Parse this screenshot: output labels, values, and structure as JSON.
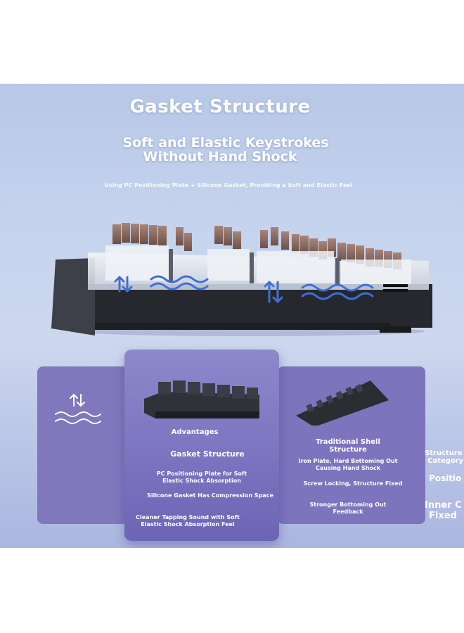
{
  "header": {
    "title": "Gasket Structure",
    "subtitle_line1": "Soft and Elastic Keystrokes",
    "subtitle_line2": "Without Hand Shock",
    "caption": "Using PC Positioning Plate + Silicone Gasket, Providing a Soft and Elastic Feel"
  },
  "icons": {
    "left_panel": "up-down-arrows-waves-icon",
    "keyboard_arrows": "up-down-arrows-icon",
    "keyboard_waves": "waves-icon"
  },
  "advantages": {
    "heading": "Advantages",
    "structure": "Gasket Structure",
    "point1": "PC Positioning Plate for Soft Elastic Shock Absorption",
    "point2": "Silicone Gasket Has Compression Space",
    "point3": "Cleaner Tapping Sound with Soft Elastic Shock Absorption Feel"
  },
  "traditional": {
    "structure_line1": "Traditional Shell",
    "structure_line2": "Structure",
    "point1": "Iron Plate, Hard Bottoming Out Causing Hand Shock",
    "point2": "Screw Locking, Structure Fixed",
    "point3": "Stronger Bottoming Out Feedback"
  },
  "categories": {
    "line1": "Structure",
    "line2": "Category",
    "line3": "Positio",
    "line4": "Inner C",
    "line5": "Fixed"
  },
  "colors": {
    "background_top": "#b7c7e6",
    "panel_purple": "#7d74bd",
    "keycap_brown": "#8a6a5c",
    "arrow_blue": "#3d6fd8"
  }
}
